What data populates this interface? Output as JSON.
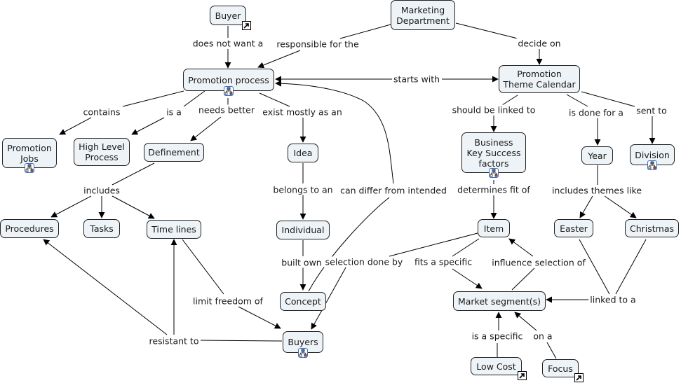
{
  "colors": {
    "node_fill": "#edf3f6",
    "node_border": "#222222",
    "line": "#000000",
    "map_icon": "#3a6fc4"
  },
  "nodes": {
    "buyer": {
      "label": "Buyer",
      "icon": "external-link-icon"
    },
    "marketing_department": {
      "label": "Marketing\nDepartment"
    },
    "promotion_process": {
      "label": "Promotion process",
      "icon": "concept-map-icon"
    },
    "promotion_theme_calendar": {
      "label": "Promotion\nTheme Calendar"
    },
    "promotion_jobs": {
      "label": "Promotion\nJobs",
      "icon": "concept-map-icon"
    },
    "high_level_process": {
      "label": "High Level\nProcess"
    },
    "definement": {
      "label": "Definement"
    },
    "idea": {
      "label": "Idea"
    },
    "business_key_success_factors": {
      "label": "Business\nKey Success\nfactors",
      "icon": "concept-map-icon"
    },
    "year": {
      "label": "Year"
    },
    "division": {
      "label": "Division",
      "icon": "concept-map-icon"
    },
    "procedures": {
      "label": "Procedures"
    },
    "tasks": {
      "label": "Tasks"
    },
    "time_lines": {
      "label": "Time lines"
    },
    "individual": {
      "label": "Individual"
    },
    "item": {
      "label": "Item"
    },
    "easter": {
      "label": "Easter"
    },
    "christmas": {
      "label": "Christmas"
    },
    "concept": {
      "label": "Concept"
    },
    "market_segments": {
      "label": "Market segment(s)"
    },
    "buyers": {
      "label": "Buyers",
      "icon": "concept-map-icon"
    },
    "low_cost": {
      "label": "Low Cost",
      "icon": "external-link-icon"
    },
    "focus": {
      "label": "Focus",
      "icon": "external-link-icon"
    }
  },
  "links": {
    "does_not_want_a": "does not want a",
    "responsible_for_the": "responsible for the",
    "decide_on": "decide on",
    "starts_with": "starts with",
    "contains": "contains",
    "is_a": "is a",
    "needs_better": "needs better",
    "exist_mostly_as_an": "exist mostly as an",
    "should_be_linked_to": "should be linked to",
    "is_done_for_a": "is done for a",
    "sent_to": "sent to",
    "includes": "includes",
    "belongs_to_an": "belongs to an",
    "can_differ_from_intended": "can differ from intended",
    "determines_fit_of": "determines fit of",
    "includes_themes_like": "includes themes like",
    "built_own": "built own",
    "selection_done_by": "selection done by",
    "fits_a_specific": "fits a specific",
    "influence_selection_of": "influence selection of",
    "limit_freedom_of": "limit freedom of",
    "linked_to_a": "linked to a",
    "resistant_to": "resistant to",
    "is_a_specific": "is a specific",
    "on_a": "on a"
  }
}
